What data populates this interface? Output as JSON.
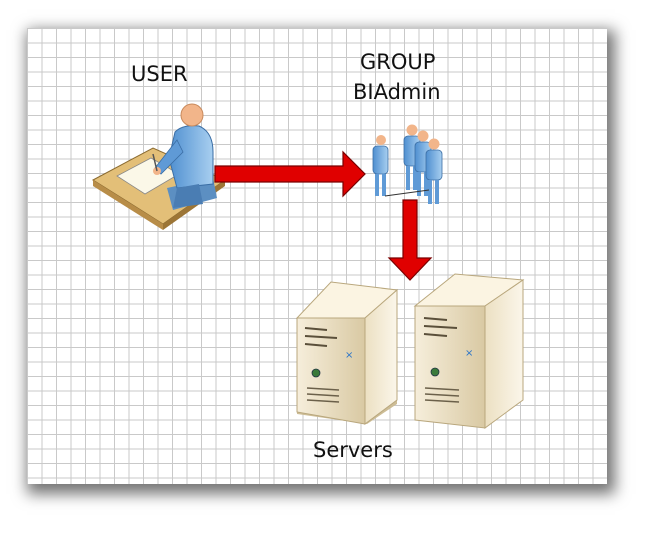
{
  "labels": {
    "user": "USER",
    "group_line1": "GROUP",
    "group_line2": "BIAdmin",
    "servers": "Servers"
  },
  "colors": {
    "arrow": "#e00000",
    "person_body": "#6fa8dc",
    "person_skin": "#f2b58a",
    "desk": "#e8c98a",
    "server_case": "#efe3c6",
    "grid": "#c9c9c9"
  },
  "icons": [
    "user-at-desk-icon",
    "group-people-icon",
    "server-icon",
    "server-icon"
  ]
}
